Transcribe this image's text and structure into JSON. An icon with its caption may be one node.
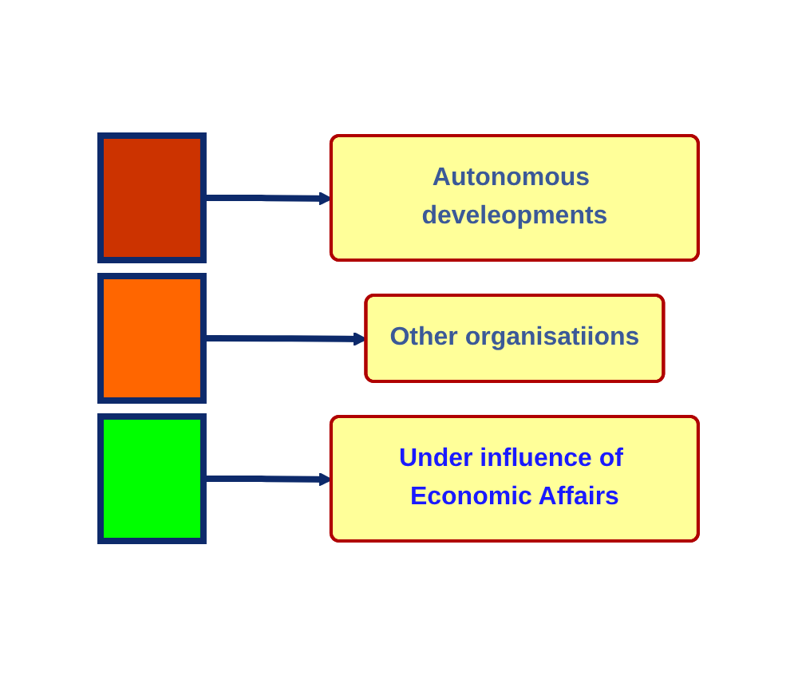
{
  "diagram": {
    "nodes": [
      {
        "text": [],
        "shape": "box"
      },
      {
        "text": [],
        "shape": "box"
      },
      {
        "text": [],
        "shape": "box"
      },
      {
        "text": [
          "Autonomous develeopments"
        ]
      },
      {
        "text": [
          "Other organisatiions"
        ]
      },
      {
        "text": [
          "Under influence of Economic Affairs"
        ]
      }
    ],
    "edges": [
      {
        "from": 0,
        "to": 3,
        "arrow": "to"
      },
      {
        "from": 1,
        "to": 4,
        "arrow": "to"
      },
      {
        "from": 2,
        "to": 5,
        "arrow": "to"
      }
    ]
  }
}
